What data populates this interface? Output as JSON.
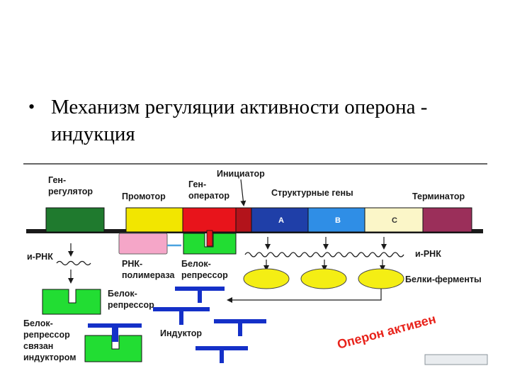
{
  "slide": {
    "bullet": "•",
    "text_line1": "Механизм регуляции активности оперона -",
    "text_line2": "индукция"
  },
  "diagram": {
    "labels": {
      "gene_regulator_1": "Ген-",
      "gene_regulator_2": "регулятор",
      "promoter": "Промотор",
      "gene_operator_1": "Ген-",
      "gene_operator_2": "оператор",
      "initiator": "Инициатор",
      "structural_genes": "Структурные гены",
      "terminator": "Терминатор",
      "mrna_left": "и-РНК",
      "mrna_right": "и-РНК",
      "rna_polymerase_1": "РНК-",
      "rna_polymerase_2": "полимераза",
      "protein_repressor_bound_1": "Белок-",
      "protein_repressor_bound_2": "репрессор",
      "protein_repressor_1": "Белок-",
      "protein_repressor_2": "репрессор",
      "enzymes": "Белки-ферменты",
      "inducer": "Индуктор",
      "repressor_bound_1": "Белок-",
      "repressor_bound_2": "репрессор",
      "repressor_bound_3": "связан",
      "repressor_bound_4": "индуктором",
      "gene_a": "A",
      "gene_b": "B",
      "gene_c": "C",
      "operon_active": "Оперон активен"
    },
    "colors": {
      "regulator": "#1f7a2e",
      "promoter": "#f2e600",
      "operator": "#e8141b",
      "initiator": "#b3131b",
      "gene_a": "#1f3fa8",
      "gene_b": "#2f8ee6",
      "gene_c": "#fbf6c8",
      "terminator": "#9b2f5a",
      "polymerase": "#f5a6c8",
      "repressor": "#22dd33",
      "inducer": "#1430c8",
      "enzyme": "#f4ee14",
      "text_red": "#e8231b"
    }
  }
}
